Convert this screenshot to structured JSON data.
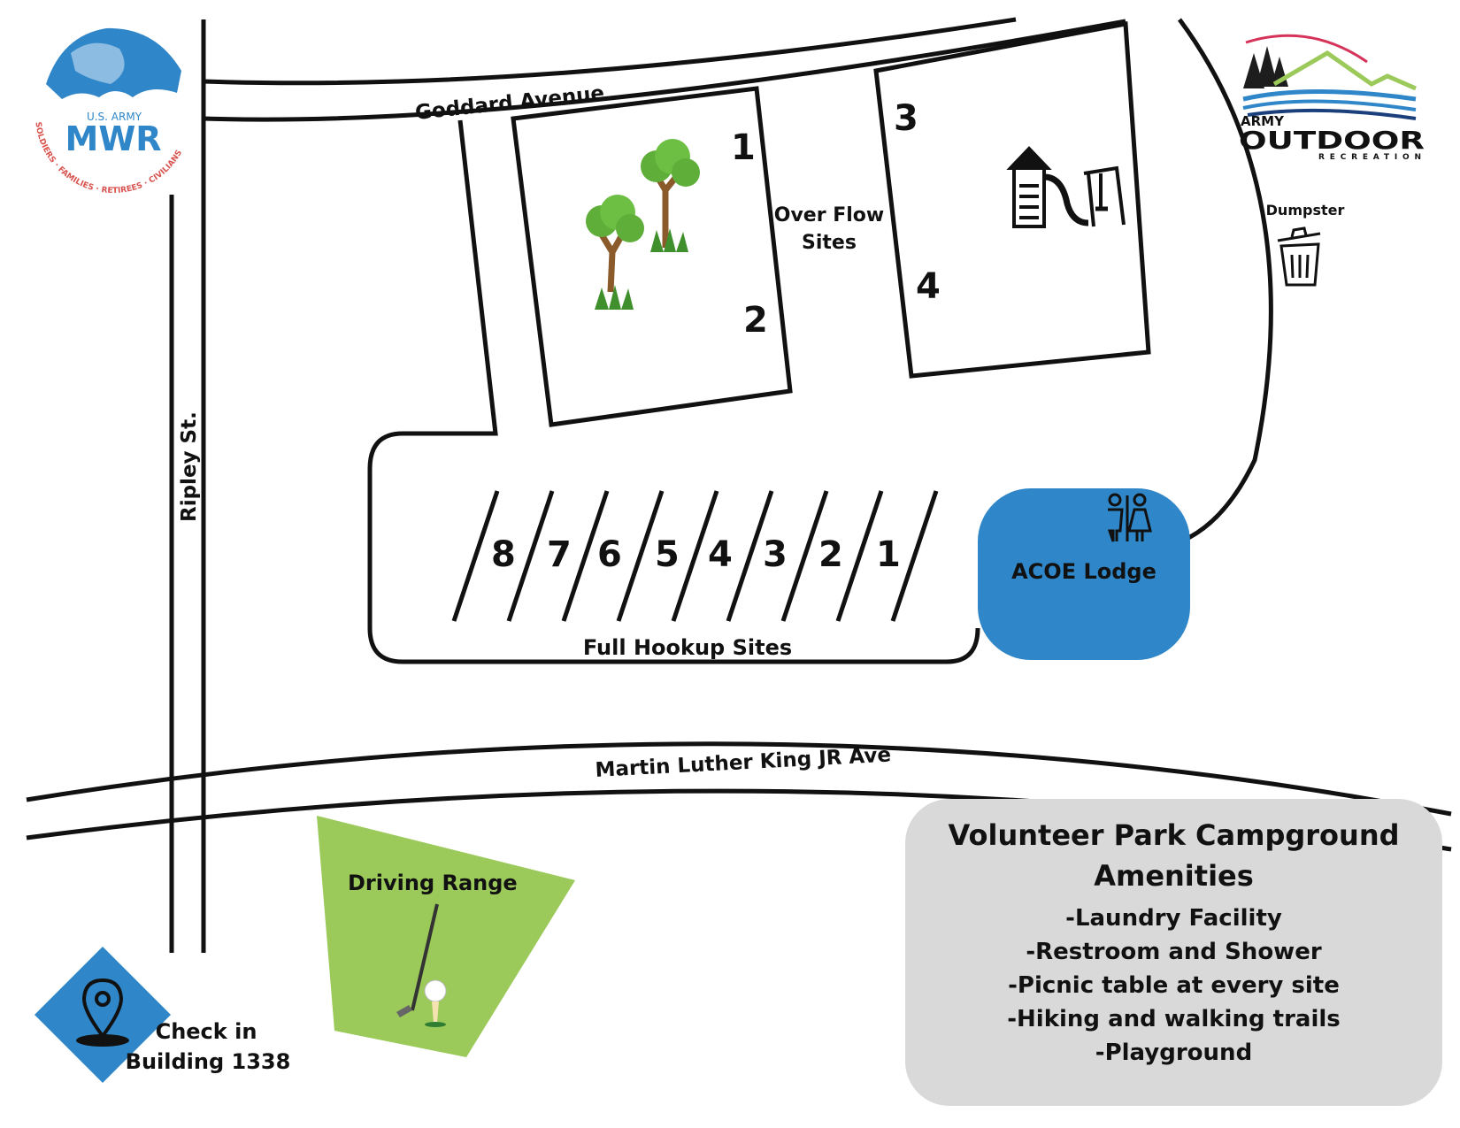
{
  "logos": {
    "mwr": {
      "top_text": "U.S. ARMY",
      "main_text": "MWR",
      "ring_text": "SOLDIERS · FAMILIES · RETIREES · CIVILIANS"
    },
    "outdoor": {
      "line1": "ARMY",
      "line2": "OUTDOOR",
      "line3": "RECREATION"
    }
  },
  "roads": {
    "goddard": "Goddard Avenue",
    "ripley": "Ripley St.",
    "mlk": "Martin Luther King JR Ave"
  },
  "areas": {
    "overflow_label": [
      "Over Flow",
      "Sites"
    ],
    "left_block_site_numbers": [
      "1",
      "2"
    ],
    "right_block_site_numbers": [
      "3",
      "4"
    ],
    "full_hookup_label": "Full Hookup Sites",
    "full_hookup_site_numbers": [
      "8",
      "7",
      "6",
      "5",
      "4",
      "3",
      "2",
      "1"
    ],
    "lodge_label": "ACOE Lodge",
    "dumpster_label": "Dumpster",
    "driving_range_label": "Driving Range",
    "checkin_label": [
      "Check in",
      "Building 1338"
    ]
  },
  "amenities": {
    "title": "Volunteer Park Campground Amenities",
    "items": [
      "-Laundry Facility",
      "-Restroom and Shower",
      "-Picnic table at every site",
      "-Hiking and walking trails",
      "-Playground"
    ]
  },
  "icons": [
    "mwr-logo",
    "army-outdoor-logo",
    "tree-icon",
    "playground-icon",
    "restroom-icon",
    "trash-can-icon",
    "golf-club-icon",
    "golf-ball-icon",
    "location-pin-icon"
  ],
  "colors": {
    "lodge": "#2f86c8",
    "checkin": "#2f86c8",
    "driving_range": "#9bc95a",
    "amenities_box": "#d9d9d9",
    "mwr_red": "#d9534f",
    "mwr_blue": "#2f86c8"
  }
}
